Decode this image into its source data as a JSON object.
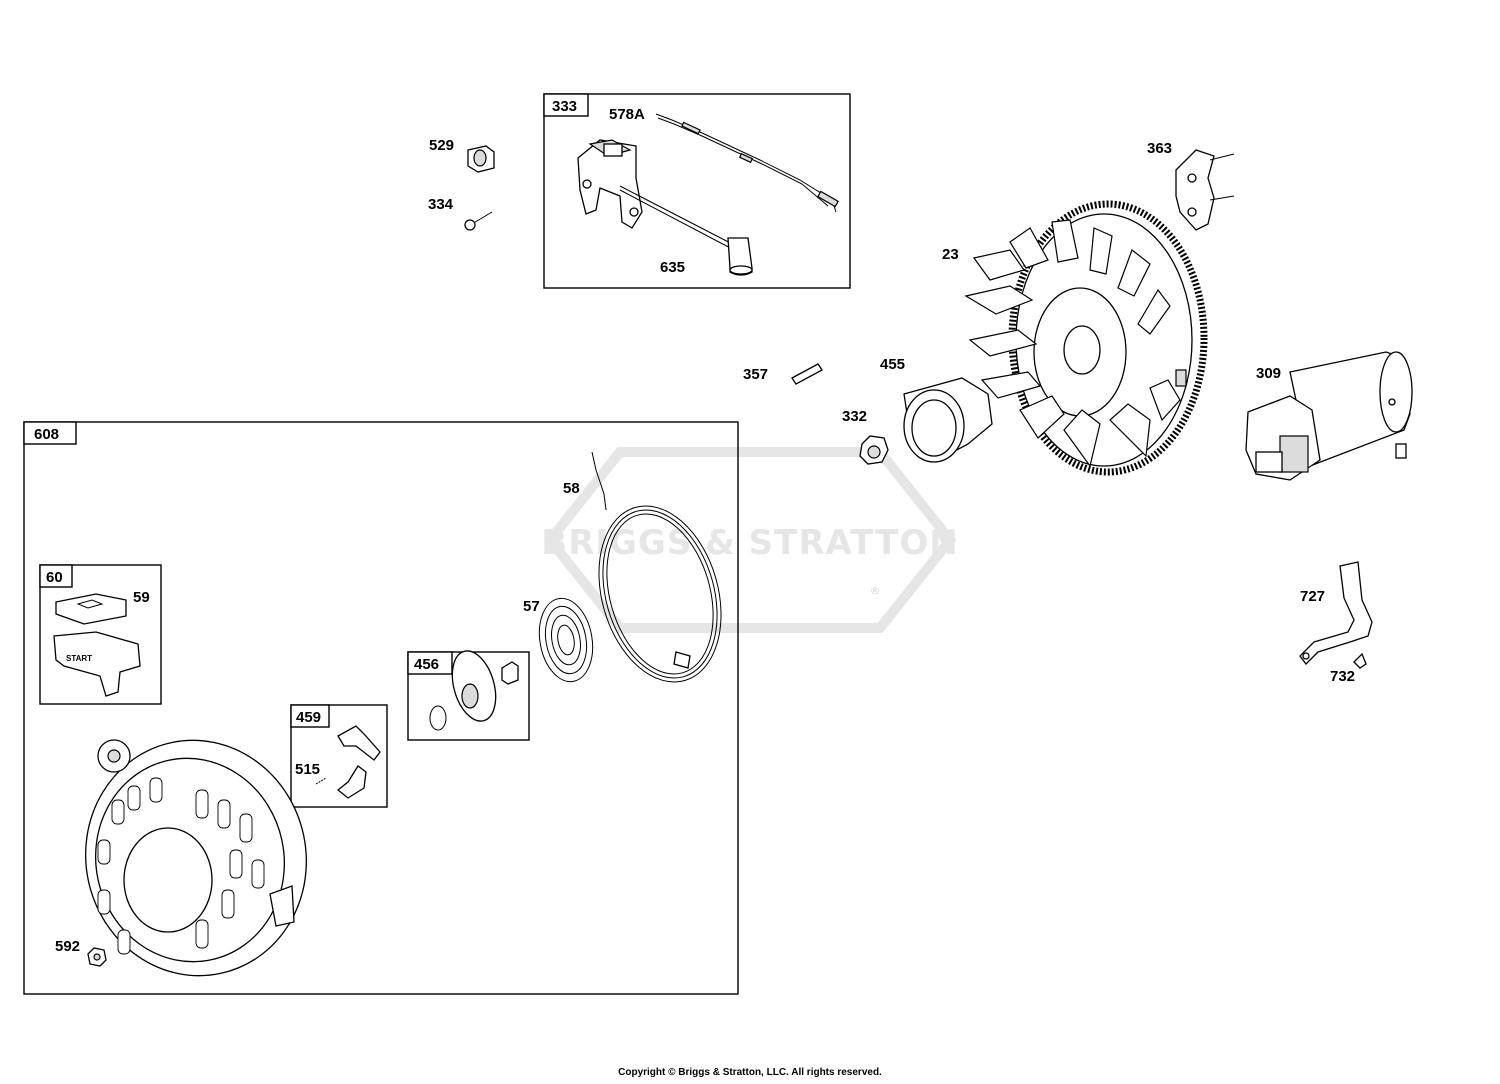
{
  "watermark": {
    "text": "BRIGGS & STRATTON",
    "registered": "®"
  },
  "boxes": [
    {
      "id": "333",
      "label": "333"
    },
    {
      "id": "608",
      "label": "608"
    },
    {
      "id": "60",
      "label": "60"
    },
    {
      "id": "456",
      "label": "456"
    },
    {
      "id": "459",
      "label": "459"
    }
  ],
  "callouts": [
    {
      "id": "529",
      "label": "529"
    },
    {
      "id": "334",
      "label": "334"
    },
    {
      "id": "578A",
      "label": "578A"
    },
    {
      "id": "635",
      "label": "635"
    },
    {
      "id": "363",
      "label": "363"
    },
    {
      "id": "23",
      "label": "23"
    },
    {
      "id": "357",
      "label": "357"
    },
    {
      "id": "455",
      "label": "455"
    },
    {
      "id": "332",
      "label": "332"
    },
    {
      "id": "309",
      "label": "309"
    },
    {
      "id": "58",
      "label": "58"
    },
    {
      "id": "59",
      "label": "59"
    },
    {
      "id": "57",
      "label": "57"
    },
    {
      "id": "515",
      "label": "515"
    },
    {
      "id": "727",
      "label": "727"
    },
    {
      "id": "732",
      "label": "732"
    },
    {
      "id": "592",
      "label": "592"
    }
  ],
  "handle_text": "START",
  "copyright": "Copyright © Briggs & Stratton, LLC. All rights reserved."
}
